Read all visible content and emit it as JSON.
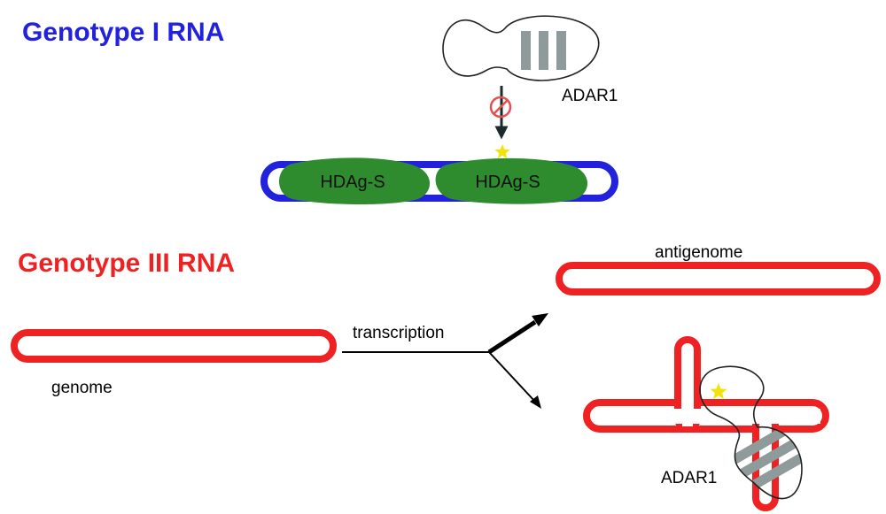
{
  "genotype1": {
    "title": "Genotype I RNA",
    "title_color": "#2222dd",
    "rna_color": "#2222dd",
    "proteins": [
      "HDAg-S",
      "HDAg-S"
    ],
    "protein_color": "#2e8b2e",
    "enzyme_label": "ADAR1",
    "inhibition_symbol": "no-entry-symbol",
    "edit_site": "yellow-star-icon"
  },
  "genotype3": {
    "title": "Genotype III RNA",
    "title_color": "#ee2222",
    "rna_color": "#ee2222",
    "genome_label": "genome",
    "process_label": "transcription",
    "product_top_label": "antigenome",
    "enzyme_label": "ADAR1",
    "edit_site": "yellow-star-icon"
  },
  "colors": {
    "enzyme_stripes": "#8f9a9a",
    "star": "#f2e40a",
    "arrow": "#1b2b2b",
    "forbid": "#e85050"
  }
}
